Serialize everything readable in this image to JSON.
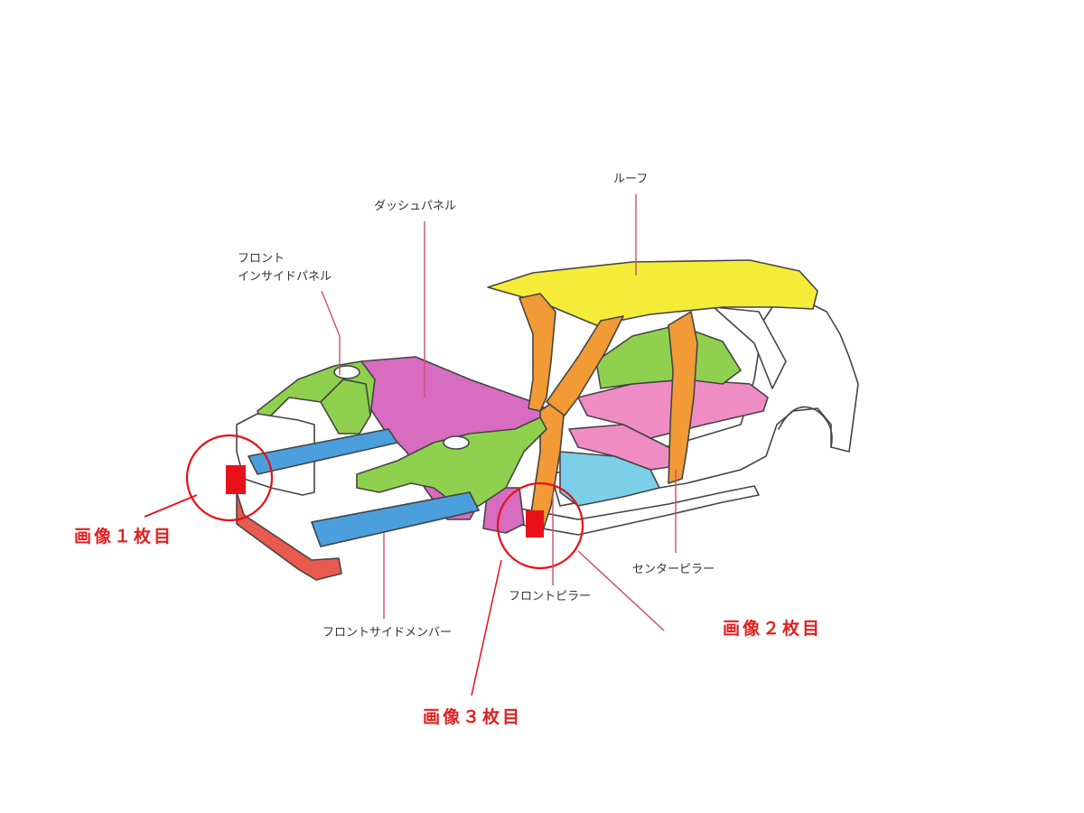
{
  "labels": {
    "roof": "ルーフ",
    "dash_panel": "ダッシュパネル",
    "front_inside_panel_line1": "フロント",
    "front_inside_panel_line2": "インサイドパネル",
    "center_pillar": "センターピラー",
    "front_pillar": "フロントピラー",
    "front_side_member": "フロントサイドメンバー"
  },
  "photo_callouts": {
    "photo1": "画像１枚目",
    "photo2": "画像２枚目",
    "photo3": "画像３枚目"
  },
  "colors": {
    "roof": "#f5ec3a",
    "pillar": "#f29a35",
    "dash_panel": "#d86cc0",
    "floor_pink": "#f08cc4",
    "floor_blue": "#7ccfe8",
    "member_blue": "#4a9fdc",
    "inside_panel_green": "#8fd14f",
    "bumper_red": "#e85a50",
    "callout_red": "#e8101a",
    "leader_line": "#c8506e"
  }
}
